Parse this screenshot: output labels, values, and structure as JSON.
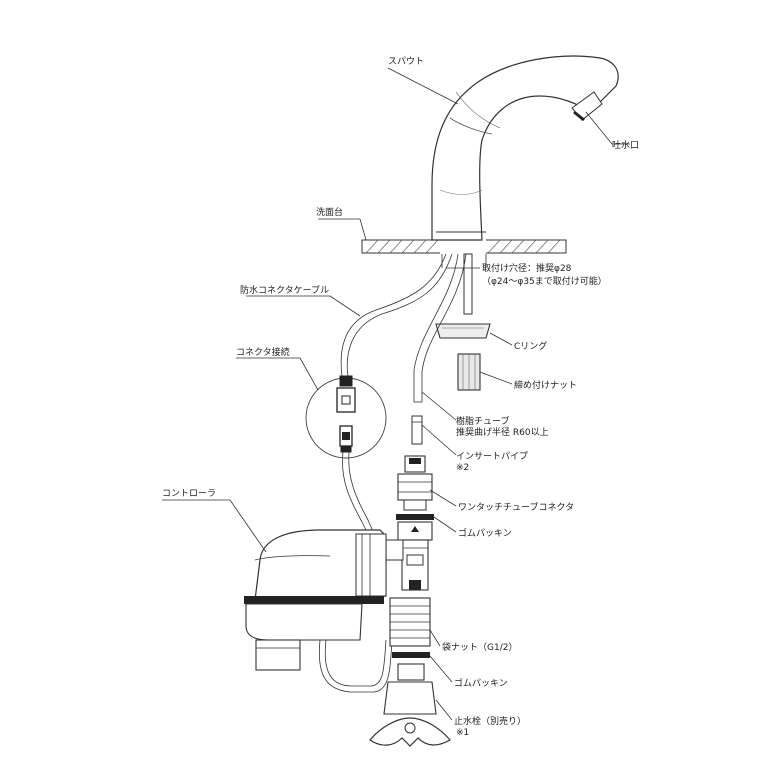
{
  "labels": {
    "spout": "スパウト",
    "outlet": "吐水口",
    "counter": "洗面台",
    "hole_line1": "取付け穴径：推奨φ28",
    "hole_line2": "（φ24～φ35まで取付け可能）",
    "cable": "防水コネクタケーブル",
    "c_ring": "Cリング",
    "nut": "締め付けナット",
    "connector_joint": "コネクタ接続",
    "tube_line1": "樹脂チューブ",
    "tube_line2": "推奨曲げ半径 R60以上",
    "insert_pipe": "インサートパイプ",
    "note2": "※2",
    "controller": "コントローラ",
    "one_touch": "ワンタッチチューブコネクタ",
    "packing1": "ゴムパッキン",
    "cap_nut": "袋ナット（G1/2）",
    "packing2": "ゴムパッキン",
    "stop_valve": "止水栓（別売り）",
    "note1": "※1"
  }
}
